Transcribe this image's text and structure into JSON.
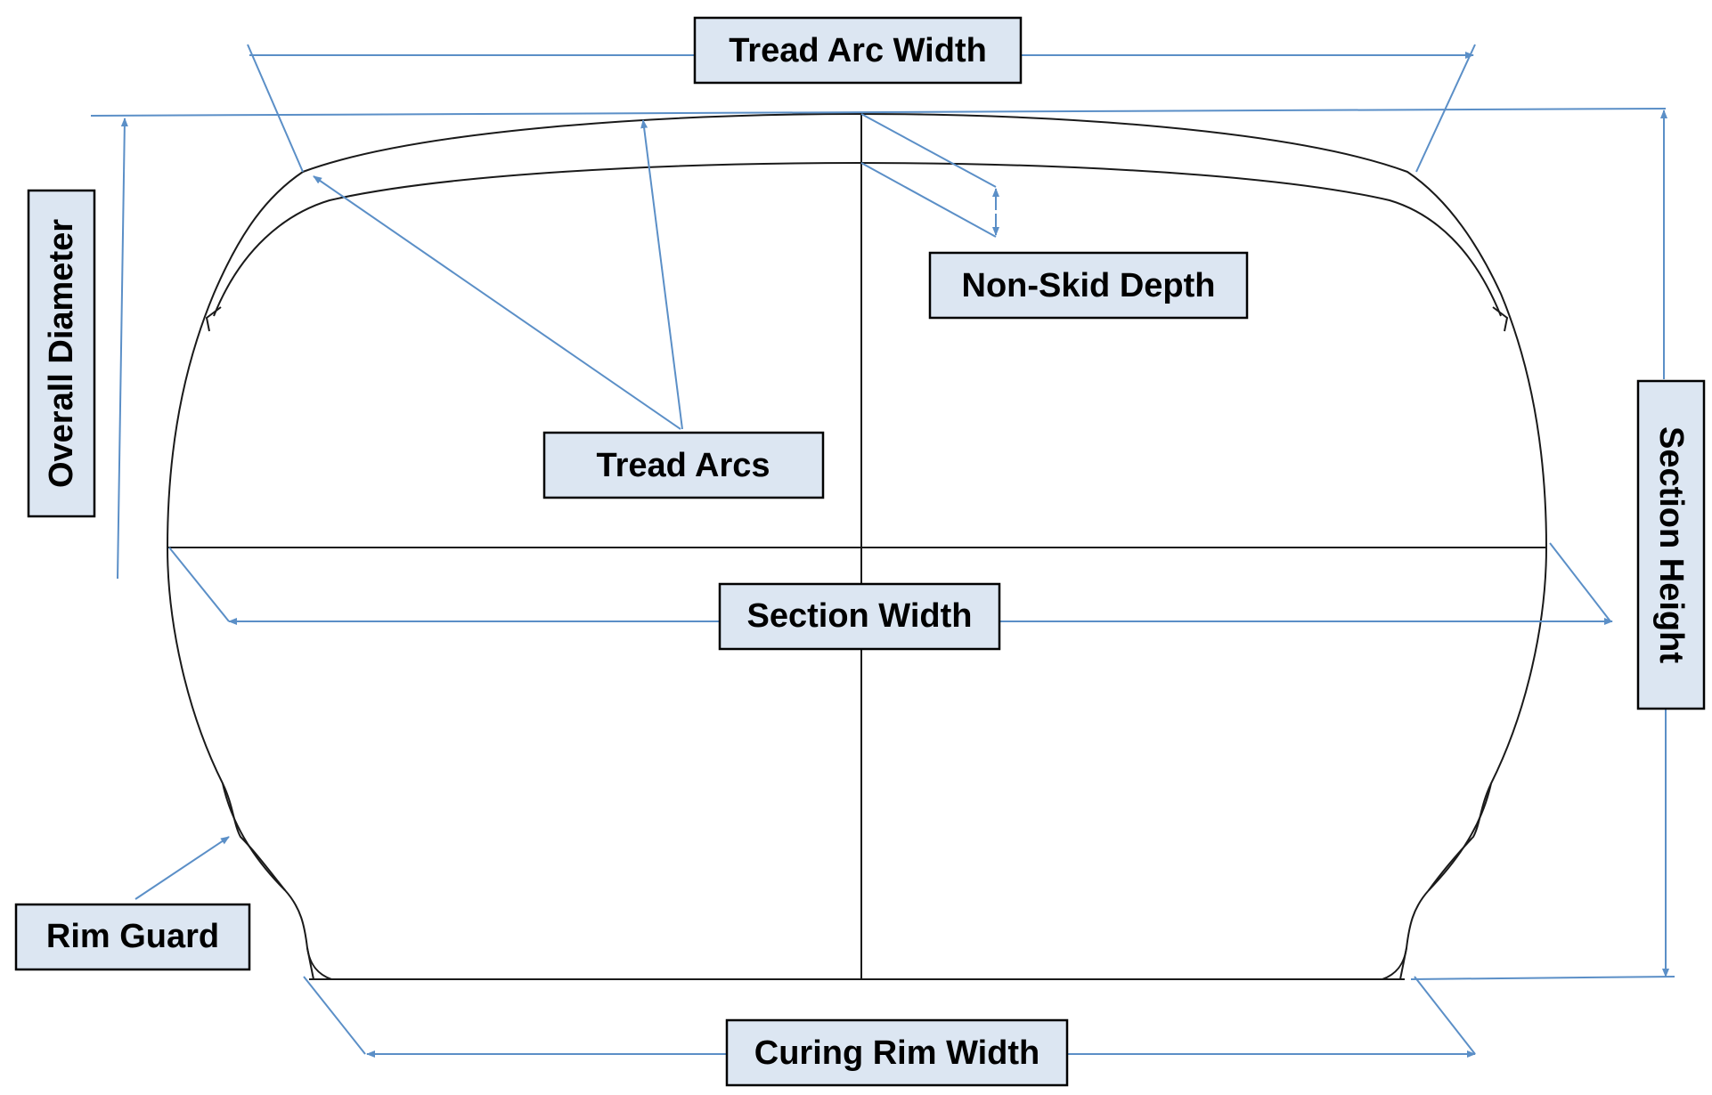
{
  "labels": {
    "tread_arc_width": "Tread Arc Width",
    "overall_diameter": "Overall Diameter",
    "non_skid_depth": "Non-Skid Depth",
    "tread_arcs": "Tread Arcs",
    "section_width": "Section Width",
    "section_height": "Section Height",
    "rim_guard": "Rim Guard",
    "curing_rim_width": "Curing Rim Width"
  },
  "colors": {
    "label_fill": "#dce6f2",
    "dimension_line": "#5b8fc7",
    "outline": "#1a1a1a"
  }
}
